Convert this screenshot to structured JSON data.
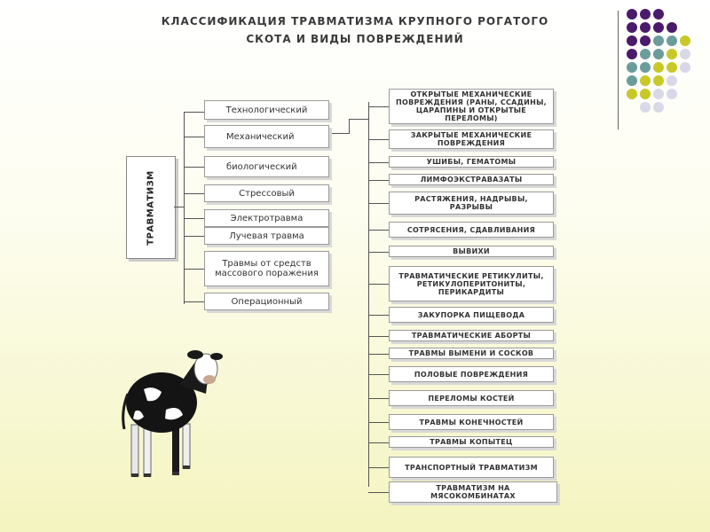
{
  "title": {
    "line1": "КЛАССИФИКАЦИЯ ТРАВМАТИЗМА КРУПНОГО РОГАТОГО",
    "line2": "СКОТА И ВИДЫ ПОВРЕЖДЕНИЙ"
  },
  "center_label": "ТРАВМАТИЗМ",
  "left_items": [
    "Технологический",
    "Механический",
    "биологический",
    "Стрессовый",
    "Электротравма",
    "Лучевая травма",
    "Травмы от средств массового поражения",
    "Операционный"
  ],
  "right_items": [
    "ОТКРЫТЫЕ МЕХАНИЧЕСКИЕ ПОВРЕЖДЕНИЯ (РАНЫ, ССАДИНЫ, ЦАРАПИНЫ И ОТКРЫТЫЕ ПЕРЕЛОМЫ)",
    "ЗАКРЫТЫЕ МЕХАНИЧЕСКИЕ ПОВРЕЖДЕНИЯ",
    "УШИБЫ, ГЕМАТОМЫ",
    "ЛИМФОЭКСТРАВАЗАТЫ",
    "РАСТЯЖЕНИЯ, НАДРЫВЫ, РАЗРЫВЫ",
    "СОТРЯСЕНИЯ, СДАВЛИВАНИЯ",
    "ВЫВИХИ",
    "ТРАВМАТИЧЕСКИЕ РЕТИКУЛИТЫ, РЕТИКУЛОПЕРИТОНИТЫ, ПЕРИКАРДИТЫ",
    "ЗАКУПОРКА ПИЩЕВОДА",
    "ТРАВМАТИЧЕСКИЕ АБОРТЫ",
    "ТРАВМЫ ВЫМЕНИ И СОСКОВ",
    "ПОЛОВЫЕ ПОВРЕЖДЕНИЯ",
    "ПЕРЕЛОМЫ КОСТЕЙ",
    "ТРАВМЫ КОНЕЧНОСТЕЙ",
    "ТРАВМЫ КОПЫТЕЦ",
    "ТРАНСПОРТНЫЙ ТРАВМАТИЗМ",
    "ТРАВМАТИЗМ НА МЯСОКОМБИНАТАХ"
  ],
  "colors": {
    "purple": "#4b1a6b",
    "teal": "#6b9c9c",
    "olive": "#c8c828",
    "lavender": "#d8d8e8"
  },
  "decor": {
    "image": "cow-illustration"
  }
}
